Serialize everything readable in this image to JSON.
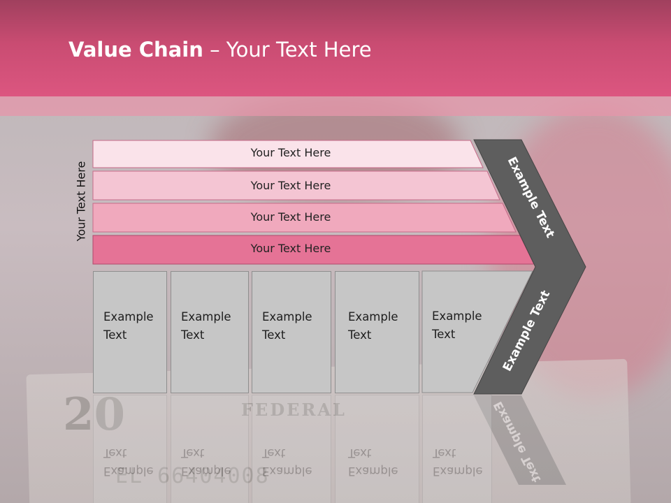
{
  "title": {
    "bold": "Value Chain",
    "rest": " – Your Text Here"
  },
  "side_label": "Your Text Here",
  "bars": [
    {
      "label": "Your Text Here",
      "color": "#fae3ea"
    },
    {
      "label": "Your Text Here",
      "color": "#f4c5d3"
    },
    {
      "label": "Your Text Here",
      "color": "#f0a9bd"
    },
    {
      "label": "Your Text Here",
      "color": "#e57396"
    }
  ],
  "columns": [
    {
      "line1": "Example",
      "line2": "Text"
    },
    {
      "line1": "Example",
      "line2": "Text"
    },
    {
      "line1": "Example",
      "line2": "Text"
    },
    {
      "line1": "Example",
      "line2": "Text"
    },
    {
      "line1": "Example",
      "line2": "Text"
    }
  ],
  "chevron": {
    "upper_label": "Example Text",
    "lower_label": "Example Text",
    "color": "#5e5e5e"
  },
  "colors": {
    "header": "#dc5680",
    "column_fill": "#c6c6c6"
  }
}
